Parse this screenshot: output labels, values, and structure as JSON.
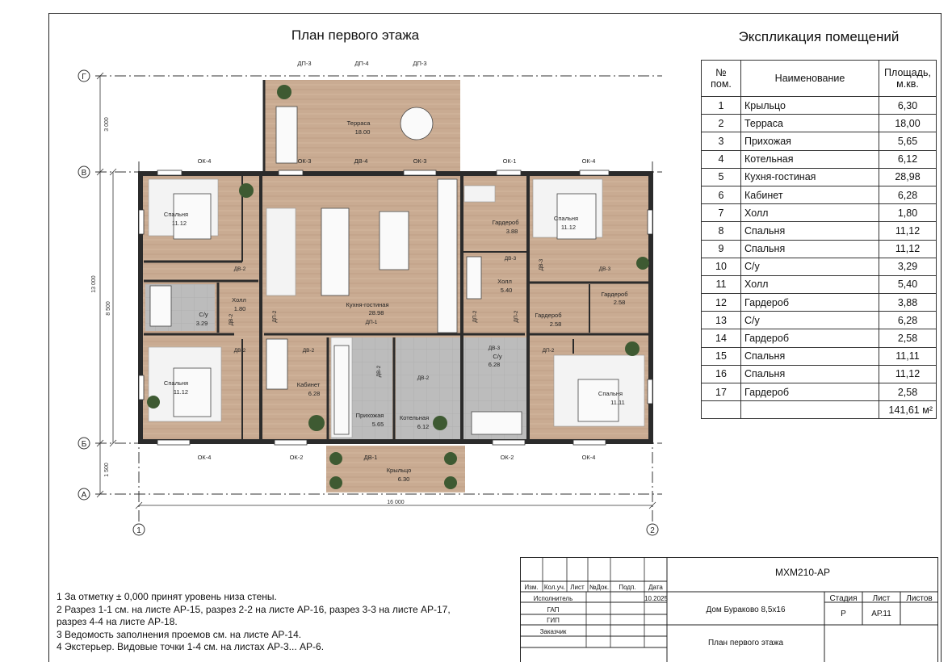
{
  "plan_title": "План первого этажа",
  "axes": {
    "rows": [
      "Г",
      "В",
      "Б",
      "А"
    ],
    "cols": [
      "1",
      "2"
    ]
  },
  "dimensions": {
    "left_outer": [
      "3 000",
      "13 000",
      "1 500"
    ],
    "left_inner": "8 500",
    "bottom": "16 000"
  },
  "openings": {
    "top_terrace": [
      "ДП-3",
      "ДП-4",
      "ДП-3"
    ],
    "row_v": [
      "ОК-4",
      "ОК-3",
      "ДВ-4",
      "ОК-3",
      "ОК-1",
      "ОК-4"
    ],
    "row_b": [
      "ОК-4",
      "ОК-2",
      "ДВ-1",
      "ОК-2",
      "ОК-4"
    ],
    "interior": [
      "ДВ-2",
      "ДВ-2",
      "ДВ-2",
      "ДВ-2",
      "ДВ-3",
      "ДВ-3",
      "ДВ-3",
      "ДП-2",
      "ДП-2",
      "ДП-1",
      "ДП-2",
      "ДВ-2",
      "ДВ-3",
      "ДП-2",
      "ДВ-2"
    ]
  },
  "rooms": [
    {
      "name": "Терраса",
      "area": "18.00"
    },
    {
      "name": "Спальня",
      "area": "11.12"
    },
    {
      "name": "Кухня-гостиная",
      "area": "28.98"
    },
    {
      "name": "Гардероб",
      "area": "3.88"
    },
    {
      "name": "Спальня",
      "area": "11.12"
    },
    {
      "name": "Холл",
      "area": "5.40"
    },
    {
      "name": "Гардероб",
      "area": "2.58"
    },
    {
      "name": "Гардероб",
      "area": "2.58"
    },
    {
      "name": "Холл",
      "area": "1.80"
    },
    {
      "name": "С/у",
      "area": "3.29"
    },
    {
      "name": "Спальня",
      "area": "11.12"
    },
    {
      "name": "Кабинет",
      "area": "6.28"
    },
    {
      "name": "Прихожая",
      "area": "5.65"
    },
    {
      "name": "Котельная",
      "area": "6.12"
    },
    {
      "name": "С/у",
      "area": "6.28"
    },
    {
      "name": "Спальня",
      "area": "11.11"
    },
    {
      "name": "Крыльцо",
      "area": "6.30"
    }
  ],
  "explication": {
    "title": "Экспликация помещений",
    "headers": [
      "№ пом.",
      "Наименование",
      "Площадь, м.кв."
    ],
    "rows": [
      [
        "1",
        "Крыльцо",
        "6,30"
      ],
      [
        "2",
        "Терраса",
        "18,00"
      ],
      [
        "3",
        "Прихожая",
        "5,65"
      ],
      [
        "4",
        "Котельная",
        "6,12"
      ],
      [
        "5",
        "Кухня-гостиная",
        "28,98"
      ],
      [
        "6",
        "Кабинет",
        "6,28"
      ],
      [
        "7",
        "Холл",
        "1,80"
      ],
      [
        "8",
        "Спальня",
        "11,12"
      ],
      [
        "9",
        "Спальня",
        "11,12"
      ],
      [
        "10",
        "С/у",
        "3,29"
      ],
      [
        "11",
        "Холл",
        "5,40"
      ],
      [
        "12",
        "Гардероб",
        "3,88"
      ],
      [
        "13",
        "С/у",
        "6,28"
      ],
      [
        "14",
        "Гардероб",
        "2,58"
      ],
      [
        "15",
        "Спальня",
        "11,11"
      ],
      [
        "16",
        "Спальня",
        "11,12"
      ],
      [
        "17",
        "Гардероб",
        "2,58"
      ]
    ],
    "total": "141,61 м²"
  },
  "notes": [
    "1 За отметку ± 0,000 принят уровень низа стены.",
    "2 Разрез 1-1 см. на листе АР-15, разрез 2-2 на листе АР-16, разрез 3-3 на листе АР-17,",
    "разрез 4-4 на листе АР-18.",
    "3 Ведомость заполнения проемов см. на листе АР-14.",
    "4 Экстерьер. Видовые точки 1-4 см. на листах АР-3... АР-6."
  ],
  "stamp": {
    "code": "МХМ210-АР",
    "cols": [
      "Изм.",
      "Кол.уч.",
      "Лист",
      "№Док.",
      "Подп.",
      "Дата"
    ],
    "roles": [
      "Исполнитель",
      "ГАП",
      "ГИП",
      "Заказчик"
    ],
    "date": "10.2025",
    "project": "Дом Бураково 8,5х16",
    "stage_label": "Стадия",
    "sheet_label": "Лист",
    "sheets_label": "Листов",
    "stage": "Р",
    "sheet": "АР.11",
    "drawing": "План первого этажа"
  },
  "colors": {
    "wood": "#c9ab92",
    "tile": "#b9b9b9",
    "wall": "#2b2b2b",
    "green": "#3e5a32"
  }
}
